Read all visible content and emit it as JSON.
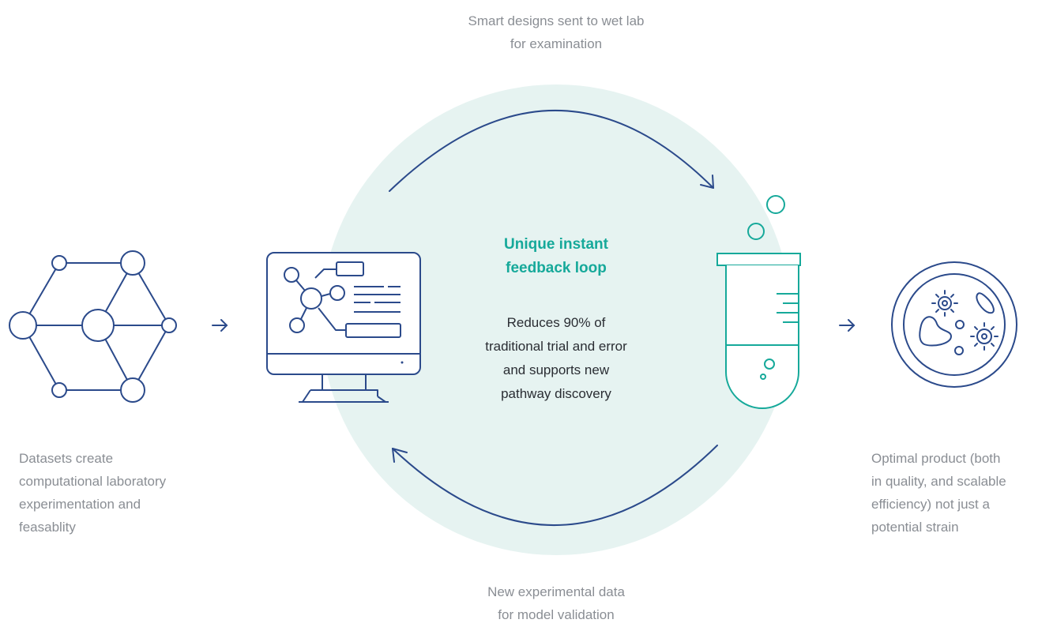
{
  "captions": {
    "top": [
      "Smart designs sent to wet lab",
      "for examination"
    ],
    "bottom": [
      "New experimental data",
      "for model validation"
    ],
    "left": [
      "Datasets create",
      "computational laboratory",
      "experimentation and",
      "feasablity"
    ],
    "right": [
      "Optimal product (both",
      "in quality, and scalable",
      "efficiency) not just a",
      "potential strain"
    ]
  },
  "loop": {
    "title": [
      "Unique instant",
      "feedback loop"
    ],
    "body": [
      "Reduces 90% of",
      "traditional trial and error",
      "and supports new",
      "pathway discovery"
    ]
  },
  "icons": {
    "dataset": "network-graph-icon",
    "computer": "computer-monitor-icon",
    "test_tube": "test-tube-icon",
    "petri_dish": "petri-dish-microbes-icon",
    "arrows": "arrow-right-icon"
  },
  "colors": {
    "navy": "#2b4a8b",
    "teal": "#16a99a",
    "loop_background": "#e6f3f1",
    "caption_text": "#8a8e94"
  }
}
